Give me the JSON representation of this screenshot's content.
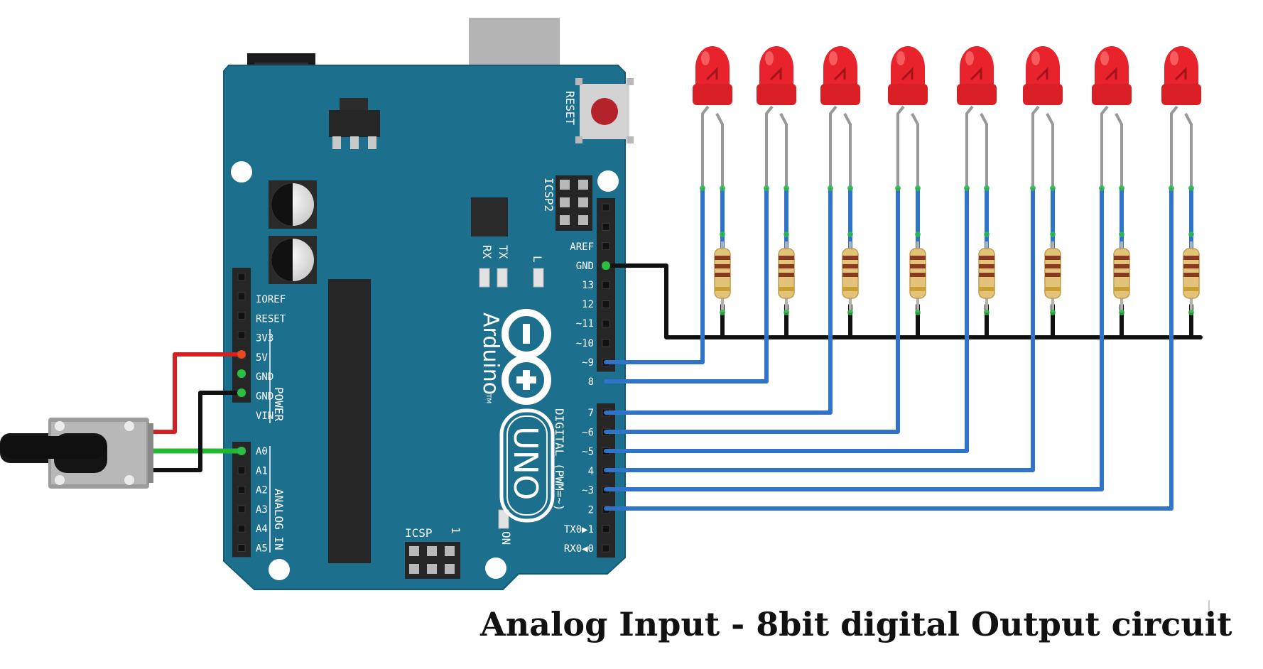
{
  "title": "Analog Input - 8bit digital Output circuit",
  "board": {
    "brand": "Arduino",
    "trademark": "TM",
    "model": "UNO",
    "reset_label": "RESET",
    "icsp2_label": "ICSP2",
    "icsp_label": "ICSP",
    "icsp_pin1": "1",
    "power_label": "POWER",
    "analog_label": "ANALOG IN",
    "digital_label": "DIGITAL (PWM=~)",
    "led_labels": {
      "tx": "TX",
      "rx": "RX",
      "l": "L",
      "on": "ON"
    },
    "power_pins": [
      "IOREF",
      "RESET",
      "3V3",
      "5V",
      "GND",
      "GND",
      "VIN"
    ],
    "analog_pins": [
      "A0",
      "A1",
      "A2",
      "A3",
      "A4",
      "A5"
    ],
    "digital_top": [
      "AREF",
      "GND",
      "13",
      "12",
      "~11",
      "~10",
      "~9",
      "8"
    ],
    "digital_bottom": [
      "7",
      "~6",
      "~5",
      "4",
      "~3",
      "2",
      "TX0▶1",
      "RX0◀0"
    ]
  },
  "led_count": 8,
  "colors": {
    "board": "#1d6f8e",
    "wire_blue": "#2f74c8",
    "wire_red": "#d42020",
    "wire_green": "#22b830",
    "wire_black": "#111111",
    "led": "#e8232b"
  }
}
